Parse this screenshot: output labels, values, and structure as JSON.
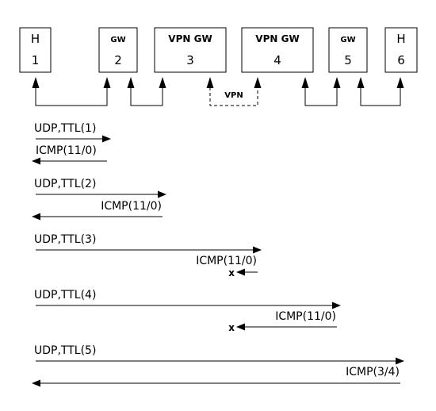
{
  "nodes": [
    {
      "title": "H",
      "number": "1"
    },
    {
      "title": "GW",
      "number": "2"
    },
    {
      "title": "VPN GW",
      "number": "3"
    },
    {
      "title": "VPN GW",
      "number": "4"
    },
    {
      "title": "GW",
      "number": "5"
    },
    {
      "title": "H",
      "number": "6"
    }
  ],
  "links": [
    {
      "label": ""
    },
    {
      "label": ""
    },
    {
      "label": "VPN"
    },
    {
      "label": ""
    },
    {
      "label": ""
    }
  ],
  "probes": [
    {
      "request": "UDP,TTL(1)",
      "reply": "ICMP(11/0)",
      "dropped": false
    },
    {
      "request": "UDP,TTL(2)",
      "reply": "ICMP(11/0)",
      "dropped": false
    },
    {
      "request": "UDP,TTL(3)",
      "reply": "ICMP(11/0)",
      "dropped": true,
      "drop_mark": "x"
    },
    {
      "request": "UDP,TTL(4)",
      "reply": "ICMP(11/0)",
      "dropped": true,
      "drop_mark": "x"
    },
    {
      "request": "UDP,TTL(5)",
      "reply": "ICMP(3/4)",
      "dropped": false
    }
  ]
}
